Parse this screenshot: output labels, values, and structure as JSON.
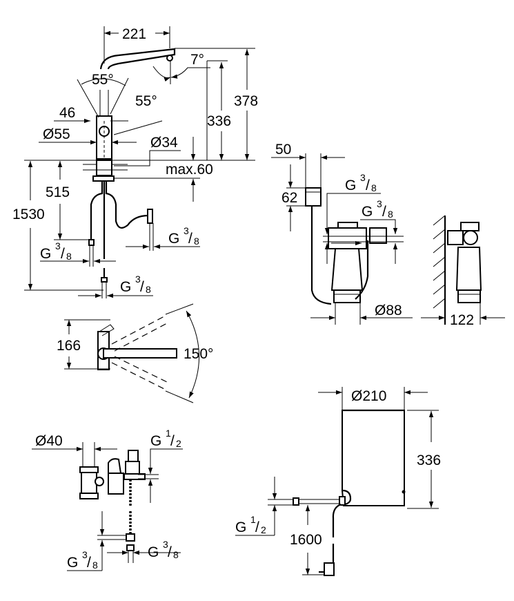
{
  "drawing": {
    "ink_color": "#000000",
    "background": "#ffffff"
  },
  "faucet_side_view": {
    "spout_reach": "221",
    "spout_tilt": "7°",
    "lever_angle_left": "55°",
    "lever_angle_right": "55°",
    "lever_offset": "46",
    "body_diameter": "Ø55",
    "mount_hole_diameter": "Ø34",
    "outlet_height": "336",
    "total_height": "378",
    "max_deck_thickness": "max.60",
    "hose_length_to_fitting": "515",
    "hose_total_length": "1530",
    "connection_left": {
      "g": "G",
      "num": "3",
      "den": "8"
    },
    "connection_right": {
      "g": "G",
      "num": "3",
      "den": "8"
    },
    "connection_bottom": {
      "g": "G",
      "num": "3",
      "den": "8"
    }
  },
  "filter_unit": {
    "head_width": "50",
    "head_height": "62",
    "inlet": {
      "g": "G",
      "num": "3",
      "den": "8"
    },
    "outlet": {
      "g": "G",
      "num": "3",
      "den": "8"
    },
    "filter_diameter": "Ø88",
    "wall_distance": "122"
  },
  "faucet_top_view": {
    "depth": "166",
    "swivel_angle": "150°"
  },
  "valve_assembly": {
    "pipe_diameter": "Ø40",
    "inlet": {
      "g": "G",
      "num": "1",
      "den": "2"
    },
    "outlet_left": {
      "g": "G",
      "num": "3",
      "den": "8"
    },
    "outlet_right": {
      "g": "G",
      "num": "3",
      "den": "8"
    }
  },
  "boiler": {
    "diameter": "Ø210",
    "height": "336",
    "connection": {
      "g": "G",
      "num": "1",
      "den": "2"
    },
    "cable_length": "1600"
  }
}
